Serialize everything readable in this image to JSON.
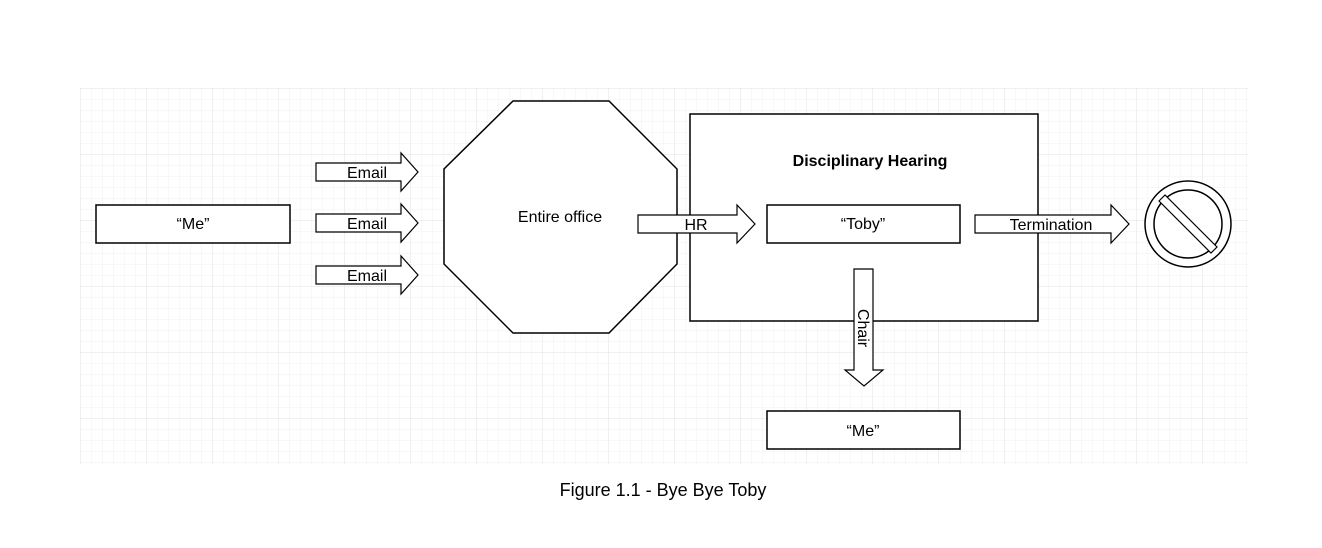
{
  "diagram": {
    "me_left": "“Me”",
    "email_1": "Email",
    "email_2": "Email",
    "email_3": "Email",
    "entire_office": "Entire office",
    "hr": "HR",
    "hearing_title": "Disciplinary Hearing",
    "toby": "“Toby”",
    "termination": "Termination",
    "chair": "Chair",
    "me_bottom": "“Me”",
    "no_symbol_icon": "prohibited-icon"
  },
  "caption": "Figure 1.1 - Bye Bye Toby"
}
